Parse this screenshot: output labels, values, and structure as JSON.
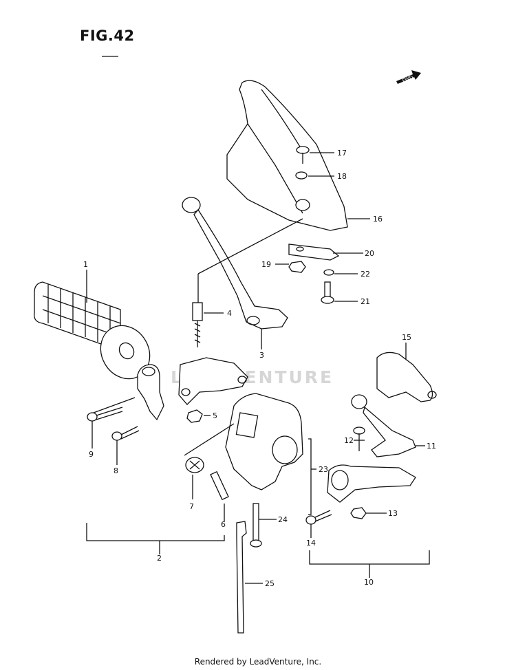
{
  "title": "FIG.42",
  "footer": "Rendered by LeadVenture, Inc.",
  "watermark": "LEADVENTURE",
  "fwd_label": "FWD",
  "callouts": {
    "c1": "1",
    "c2": "2",
    "c3": "3",
    "c4": "4",
    "c5": "5",
    "c6": "6",
    "c7": "7",
    "c8": "8",
    "c9": "9",
    "c10": "10",
    "c11": "11",
    "c12": "12",
    "c13": "13",
    "c14": "14",
    "c15": "15",
    "c16": "16",
    "c17": "17",
    "c18": "18",
    "c19": "19",
    "c20": "20",
    "c21": "21",
    "c22": "22",
    "c23": "23",
    "c24": "24",
    "c25": "25"
  }
}
